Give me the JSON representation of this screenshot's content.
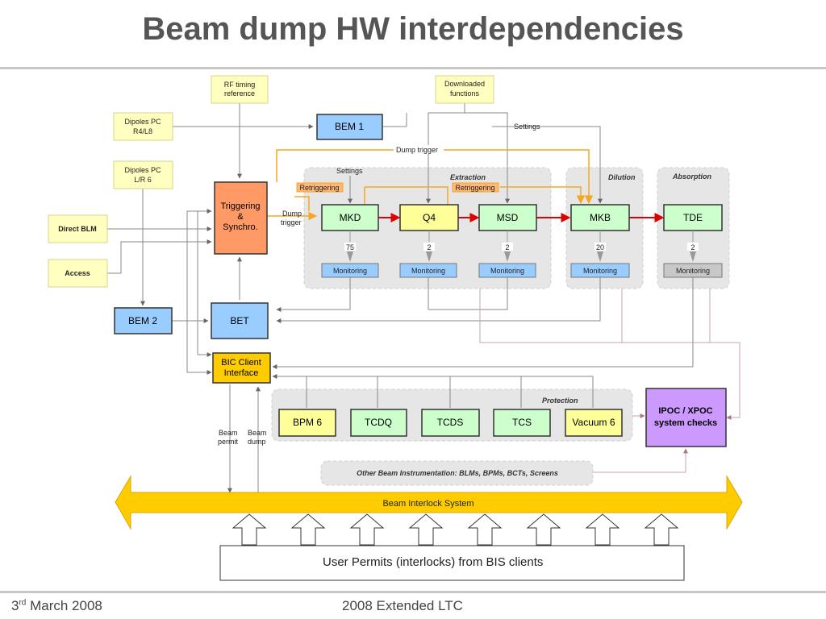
{
  "title": "Beam dump HW interdependencies",
  "footer": {
    "date_prefix": "3",
    "date_sup": "rd",
    "date_rest": " March 2008",
    "event": "2008 Extended LTC"
  },
  "inputs": {
    "rf_timing_1": "RF timing",
    "rf_timing_2": "reference",
    "downloaded_1": "Downloaded",
    "downloaded_2": "functions",
    "dipoles_r4_1": "Dipoles PC",
    "dipoles_r4_2": "R4/L8",
    "dipoles_lr_1": "Dipoles PC",
    "dipoles_lr_2": "L/R 6",
    "direct_blm": "Direct BLM",
    "access": "Access"
  },
  "blocks": {
    "bem1": "BEM 1",
    "bem2": "BEM 2",
    "bet": "BET",
    "trig_1": "Triggering",
    "trig_2": "&",
    "trig_3": "Synchro.",
    "bic_1": "BIC Client",
    "bic_2": "Interface",
    "ipoc_1": "IPOC / XPOC",
    "ipoc_2": "system checks"
  },
  "labels": {
    "settings": "Settings",
    "dump_trigger": "Dump trigger",
    "dump_trigger_1": "Dump",
    "dump_trigger_2": "trigger",
    "retriggering": "Retriggering",
    "beam_permit_1": "Beam",
    "beam_permit_2": "permit",
    "beam_dump_1": "Beam",
    "beam_dump_2": "dump"
  },
  "groups": {
    "extraction": "Extraction",
    "dilution": "Dilution",
    "absorption": "Absorption",
    "protection": "Protection"
  },
  "kickers": [
    {
      "name": "MKD",
      "count": "75"
    },
    {
      "name": "Q4",
      "count": "2"
    },
    {
      "name": "MSD",
      "count": "2"
    },
    {
      "name": "MKB",
      "count": "20"
    },
    {
      "name": "TDE",
      "count": "2"
    }
  ],
  "monitoring": "Monitoring",
  "protection_items": [
    "BPM 6",
    "TCDQ",
    "TCDS",
    "TCS",
    "Vacuum 6"
  ],
  "other_bi": "Other Beam Instrumentation: BLMs, BPMs, BCTs, Screens",
  "bis": "Beam Interlock System",
  "user_permits": "User Permits (interlocks) from BIS clients",
  "colors": {
    "input_yellow": "#ffffc0",
    "bem_blue": "#99ccff",
    "trigger_orange": "#ff9966",
    "kicker_green": "#ccffcc",
    "q4_yellow": "#ffff99",
    "bic_gold": "#ffcc00",
    "ipoc_purple": "#cc99ff",
    "group_gray": "#e6e6e6",
    "arrow_red": "#e00000",
    "arrow_orange": "#f5a623"
  }
}
